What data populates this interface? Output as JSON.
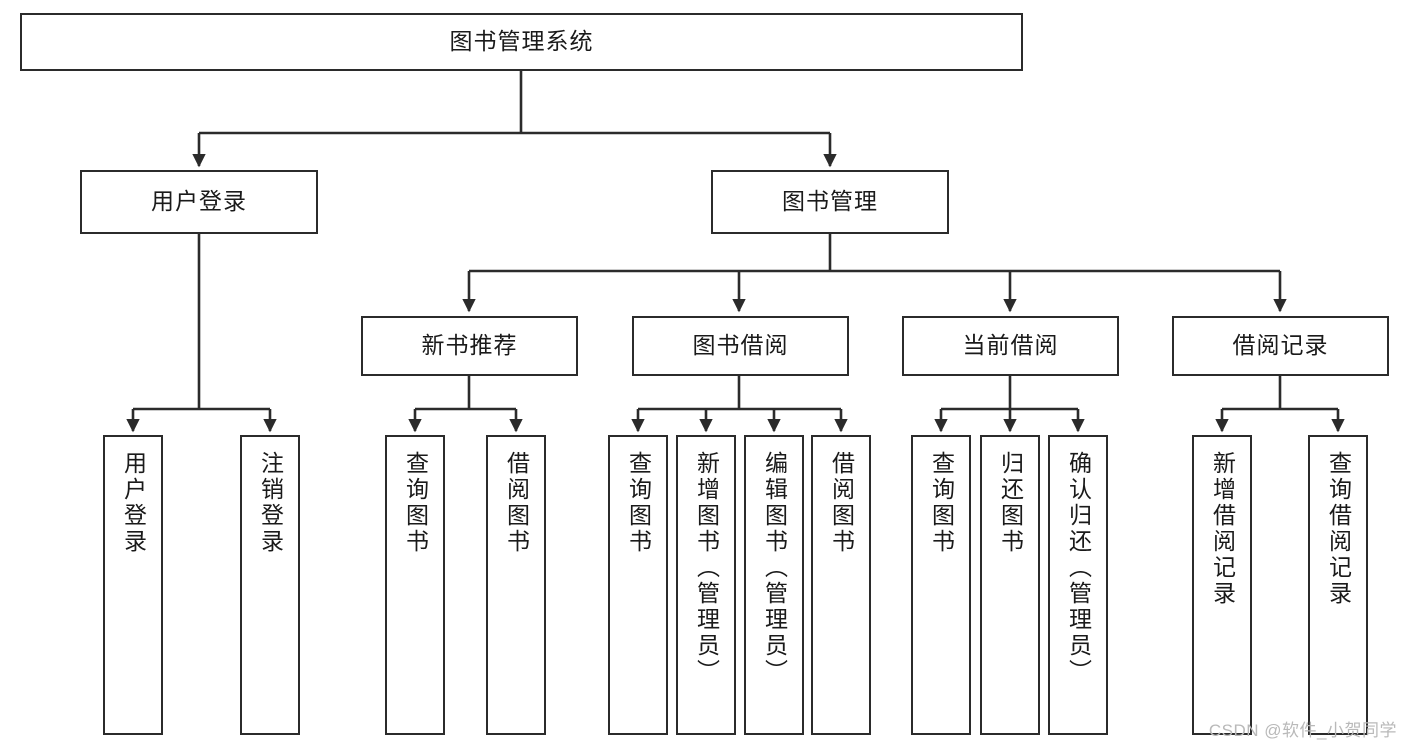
{
  "diagram": {
    "title": "图书管理系统",
    "type": "tree-hierarchy-chart",
    "watermark": "CSDN @软件_小贺同学",
    "colors": {
      "stroke": "#2b2b2b",
      "fill": "#ffffff",
      "text": "#1a1a1a",
      "watermark": "#b9b9b9"
    },
    "nodes": {
      "root": {
        "label": "图书管理系统",
        "level": 1
      },
      "l2": [
        {
          "id": "user-login",
          "label": "用户登录",
          "level": 2
        },
        {
          "id": "book-manage",
          "label": "图书管理",
          "level": 2
        }
      ],
      "l3": [
        {
          "id": "new-book-rec",
          "label": "新书推荐",
          "level": 3
        },
        {
          "id": "book-borrow",
          "label": "图书借阅",
          "level": 3
        },
        {
          "id": "current-borrow",
          "label": "当前借阅",
          "level": 3
        },
        {
          "id": "borrow-record",
          "label": "借阅记录",
          "level": 3
        }
      ],
      "leaves": {
        "user_login": [
          {
            "id": "leaf-user-login",
            "label": "用户登录"
          },
          {
            "id": "leaf-logout",
            "label": "注销登录"
          }
        ],
        "new_book_rec": [
          {
            "id": "leaf-query-book-1",
            "label": "查询图书"
          },
          {
            "id": "leaf-borrow-book-1",
            "label": "借阅图书"
          }
        ],
        "book_borrow": [
          {
            "id": "leaf-query-book-2",
            "label": "查询图书"
          },
          {
            "id": "leaf-add-book",
            "label": "新增图书（管理员）"
          },
          {
            "id": "leaf-edit-book",
            "label": "编辑图书（管理员）"
          },
          {
            "id": "leaf-borrow-book-2",
            "label": "借阅图书"
          }
        ],
        "current_borrow": [
          {
            "id": "leaf-query-book-3",
            "label": "查询图书"
          },
          {
            "id": "leaf-return-book",
            "label": "归还图书"
          },
          {
            "id": "leaf-confirm-return",
            "label": "确认归还（管理员）"
          }
        ],
        "borrow_record": [
          {
            "id": "leaf-add-record",
            "label": "新增借阅记录"
          },
          {
            "id": "leaf-query-record",
            "label": "查询借阅记录"
          }
        ]
      }
    }
  }
}
